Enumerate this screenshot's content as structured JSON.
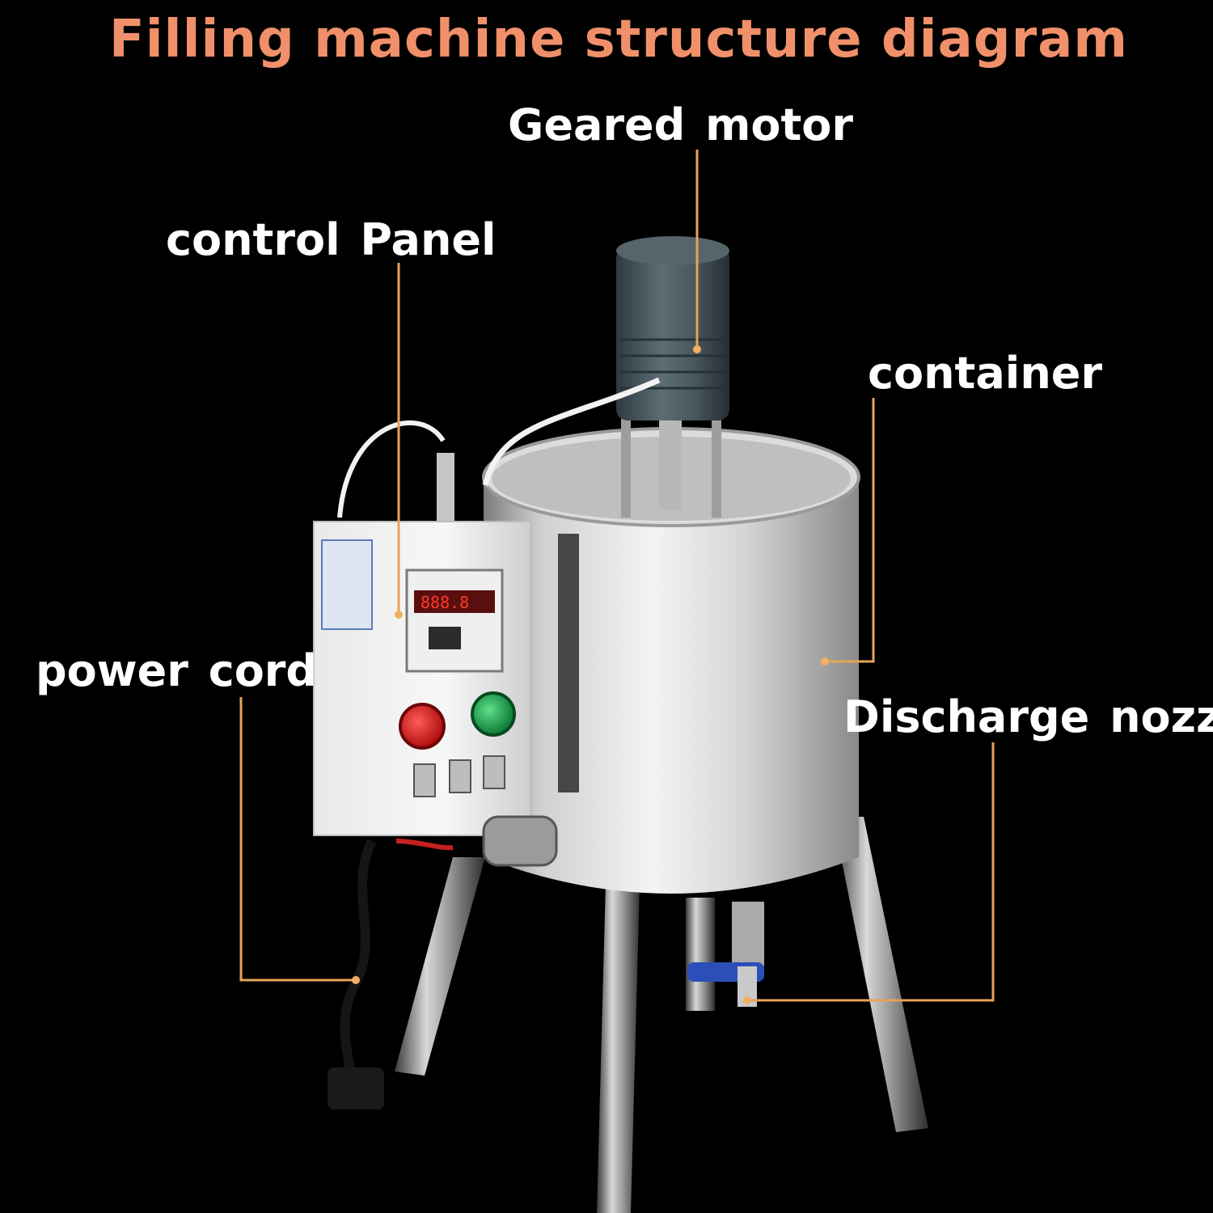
{
  "title": "Filling machine structure diagram",
  "labels": {
    "geared_motor": "Geared motor",
    "control_panel": "control Panel",
    "container": "container",
    "power_cord": "power cord",
    "discharge_nozzle": "Discharge nozzle"
  },
  "colors": {
    "background": "#000000",
    "title": "#f0906a",
    "label": "#ffffff",
    "leader_line": "#e6a35a",
    "red_button": "#d81b1b",
    "green_button": "#18a04a"
  }
}
